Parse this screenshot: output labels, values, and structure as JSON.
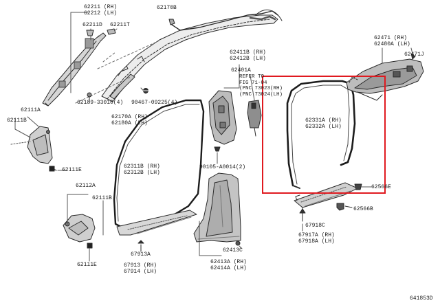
{
  "diagram": {
    "drawing_number": "641853D",
    "highlight_color": "#e0191f",
    "labels": {
      "l_62211": [
        "62211 (RH)",
        "62212 (LH)"
      ],
      "l_62211D": "62211D",
      "l_62211T": "62211T",
      "l_62170B": "62170B",
      "l_62189": "62189-33010(4)",
      "l_90467": "90467-09225(4)",
      "l_62170A": [
        "62170A (RH)",
        "62180A (LH)"
      ],
      "l_62111A": "62111A",
      "l_62111B_top": "62111B",
      "l_62111E_top": "62111E",
      "l_62411B": [
        "62411B (RH)",
        "62412B (LH)"
      ],
      "l_62401A": "62401A",
      "l_refer": [
        "REFER TO",
        "FIG 71-04",
        "(PNC 73023(RH)",
        "(PNC 73024(LH)"
      ],
      "l_62471": [
        "62471 (RH)",
        "62480A (LH)"
      ],
      "l_62471J": "62471J",
      "l_62331A": [
        "62331A (RH)",
        "62332A (LH)"
      ],
      "l_62311B": [
        "62311B (RH)",
        "62312B (LH)"
      ],
      "l_90105": "90105-A0014(2)",
      "l_62566E": "62566E",
      "l_62566B": "62566B",
      "l_62112A": "62112A",
      "l_62111B_bot": "62111B",
      "l_62111E_bot": "62111E",
      "l_67913A": "67913A",
      "l_67913B": [
        "67913 (RH)",
        "67914 (LH)"
      ],
      "l_62413C": "62413C",
      "l_62413A": [
        "62413A (RH)",
        "62414A (LH)"
      ],
      "l_67918C": "67918C",
      "l_67917A": [
        "67917A (RH)",
        "67918A (LH)"
      ]
    }
  }
}
